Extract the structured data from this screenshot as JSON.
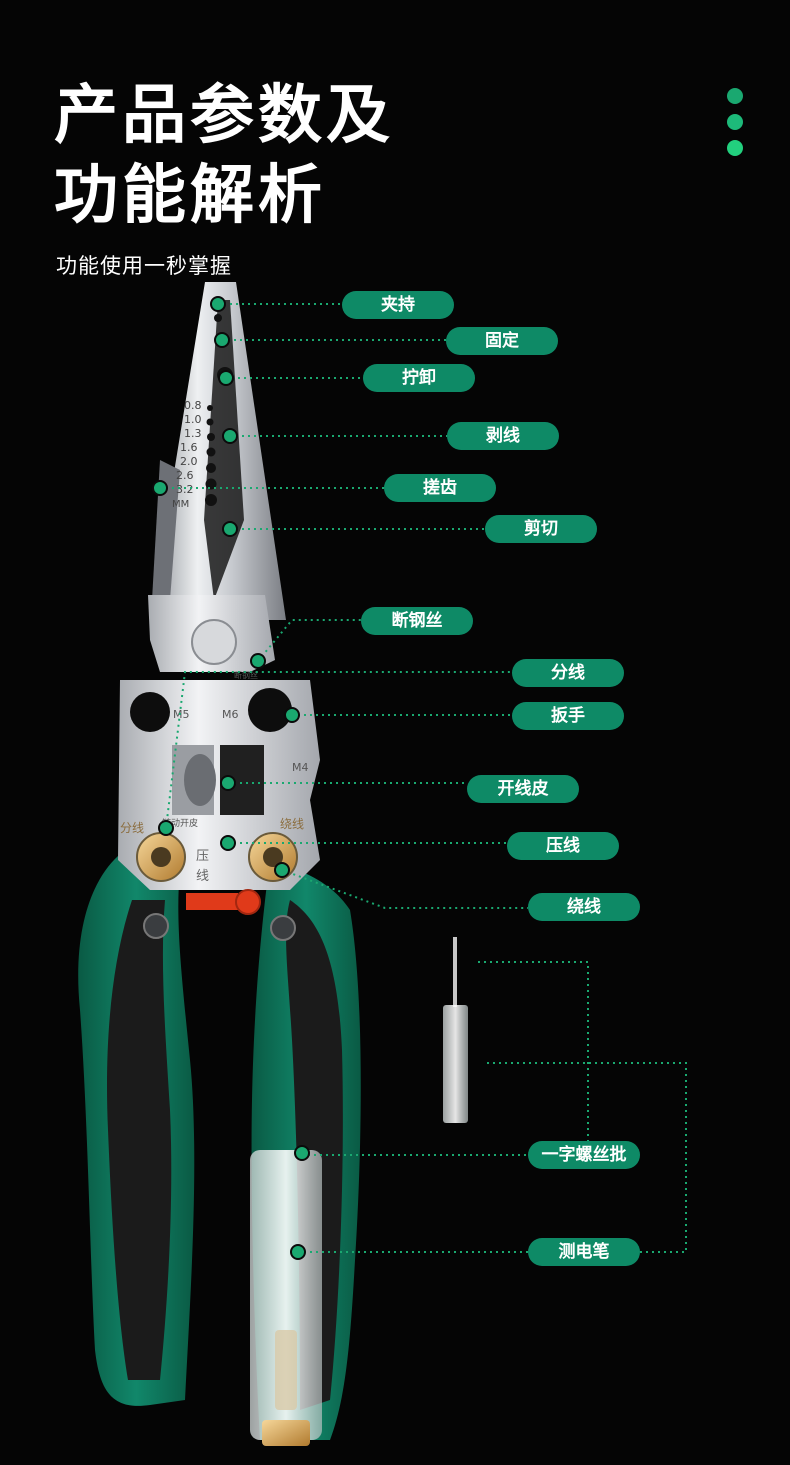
{
  "header": {
    "title_line1": "产品参数及",
    "title_line2": "功能解析",
    "subtitle": "功能使用一秒掌握"
  },
  "colors": {
    "accent": "#0e8a66",
    "dots": [
      "#1aa870",
      "#1dba7a",
      "#22d07e"
    ],
    "handle_green": "#0d6b52",
    "handle_black": "#1b1b1b"
  },
  "labels": {
    "clamp": "夹持",
    "fix": "固定",
    "unscrew": "拧卸",
    "strip": "剥线",
    "thread": "搓齿",
    "cut": "剪切",
    "wire_cut": "断钢丝",
    "split": "分线",
    "wrench": "扳手",
    "open_skin": "开线皮",
    "crimp": "压线",
    "wind": "绕线",
    "screwdriver": "一字螺丝批",
    "tester": "测电笔"
  },
  "tool_marks": {
    "gauges": [
      "0.8",
      "1.0",
      "1.3",
      "1.6",
      "2.0",
      "2.6",
      "3.2"
    ],
    "unit": "MM",
    "m5": "M5",
    "m6": "M6",
    "m4": "M4",
    "duangangsi": "断钢丝",
    "fenxian": "分线",
    "raoxian": "绕线",
    "yaxian1": "压",
    "yaxian2": "线",
    "liandong": "链动开皮"
  }
}
